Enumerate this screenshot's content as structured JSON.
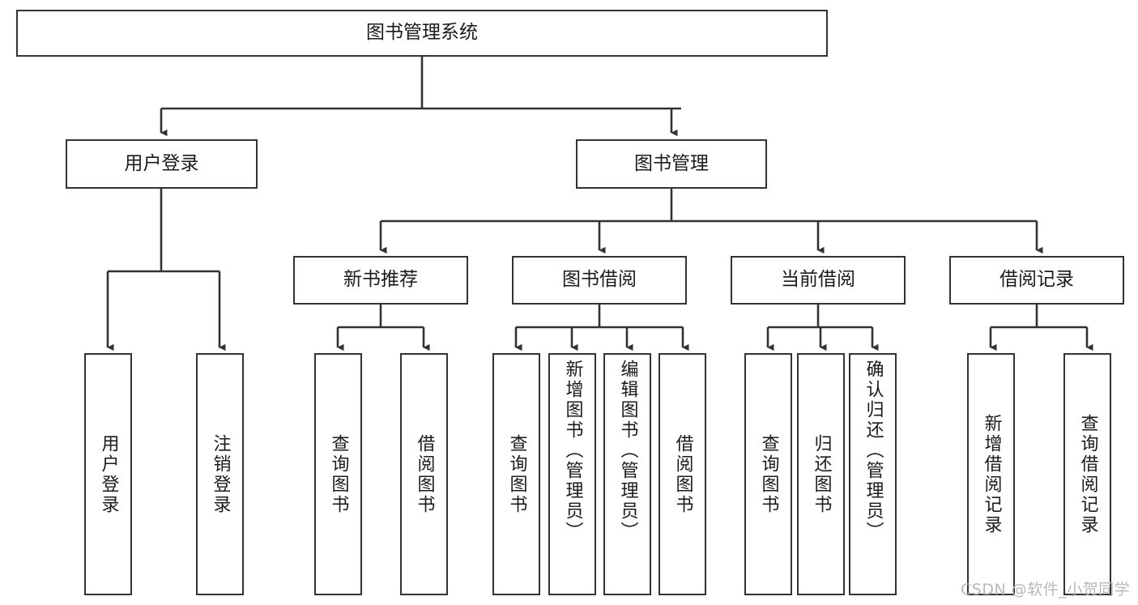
{
  "diagram": {
    "title": "图书管理系统",
    "type": "tree",
    "orientation": "top-down",
    "colors": {
      "box_border": "#333333",
      "box_fill": "#ffffff",
      "edge": "#333333",
      "text": "#1b1b1b",
      "watermark": "#b8b8b8",
      "background": "#ffffff"
    }
  },
  "nodes": {
    "root": {
      "label": "图书管理系统"
    },
    "level2": [
      {
        "id": "user-login",
        "label": "用户登录"
      },
      {
        "id": "book-manage",
        "label": "图书管理"
      }
    ],
    "level3": [
      {
        "id": "new-book-recommend",
        "label": "新书推荐"
      },
      {
        "id": "book-borrow",
        "label": "图书借阅"
      },
      {
        "id": "current-borrow",
        "label": "当前借阅"
      },
      {
        "id": "borrow-record",
        "label": "借阅记录"
      }
    ],
    "leaves": {
      "user-login": [
        {
          "id": "leaf-user-login",
          "label": "用户登录"
        },
        {
          "id": "leaf-logout",
          "label": "注销登录"
        }
      ],
      "new-book-recommend": [
        {
          "id": "leaf-query-book-1",
          "label": "查询图书"
        },
        {
          "id": "leaf-borrow-book-1",
          "label": "借阅图书"
        }
      ],
      "book-borrow": [
        {
          "id": "leaf-query-book-2",
          "label": "查询图书"
        },
        {
          "id": "leaf-add-book",
          "label": "新增图书（管理员）"
        },
        {
          "id": "leaf-edit-book",
          "label": "编辑图书（管理员）"
        },
        {
          "id": "leaf-borrow-book-2",
          "label": "借阅图书"
        }
      ],
      "current-borrow": [
        {
          "id": "leaf-query-book-3",
          "label": "查询图书"
        },
        {
          "id": "leaf-return-book",
          "label": "归还图书"
        },
        {
          "id": "leaf-confirm-return",
          "label": "确认归还（管理员）"
        }
      ],
      "borrow-record": [
        {
          "id": "leaf-add-record",
          "label": "新增借阅记录"
        },
        {
          "id": "leaf-query-record",
          "label": "查询借阅记录"
        }
      ]
    }
  },
  "watermark": {
    "text": "CSDN @软件_小贺同学"
  }
}
